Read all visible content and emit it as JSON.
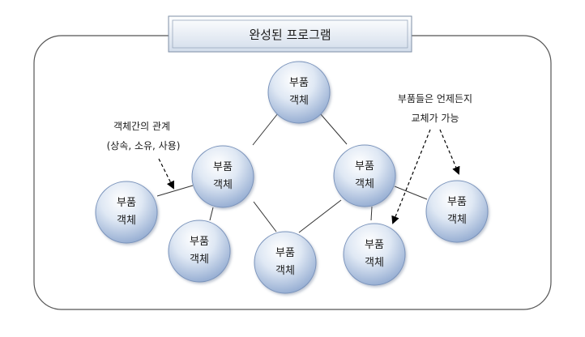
{
  "title": "완성된 프로그램",
  "node_label_line1": "부품",
  "node_label_line2": "객체",
  "left_note": {
    "line1": "객체간의 관계",
    "line2": "(상속, 소유, 사용)"
  },
  "right_note": {
    "line1": "부품들은 언제든지",
    "line2": "교체가 가능"
  },
  "nodes": [
    {
      "id": "top"
    },
    {
      "id": "mid-left"
    },
    {
      "id": "mid-right"
    },
    {
      "id": "far-left"
    },
    {
      "id": "bottom-left"
    },
    {
      "id": "bottom-center"
    },
    {
      "id": "bottom-right"
    },
    {
      "id": "far-right"
    }
  ]
}
